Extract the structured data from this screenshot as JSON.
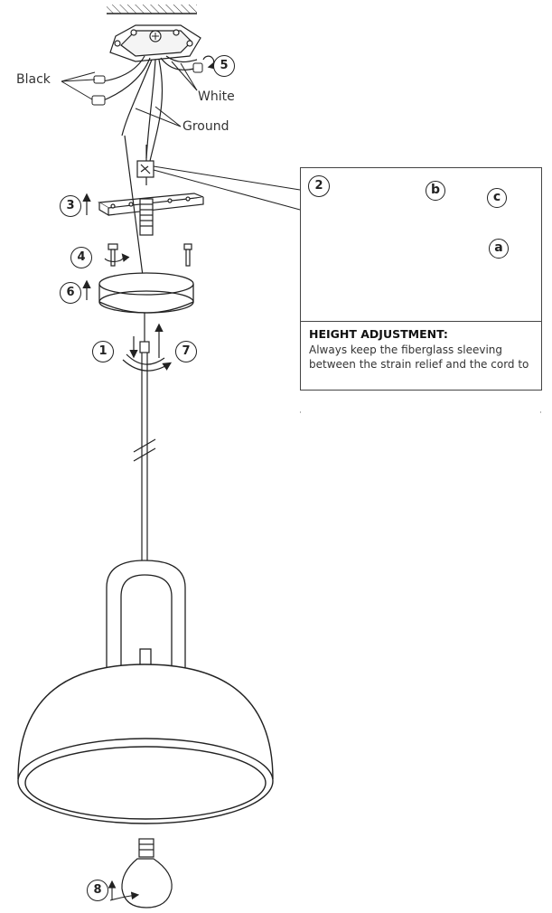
{
  "labels": {
    "black": "Black",
    "white": "White",
    "ground": "Ground"
  },
  "steps": {
    "s1": "1",
    "s2": "2",
    "s3": "3",
    "s4": "4",
    "s5": "5",
    "s6": "6",
    "s7": "7",
    "s8": "8"
  },
  "sub_steps": {
    "a": "a",
    "b": "b",
    "c": "c"
  },
  "note": {
    "title": "HEIGHT ADJUSTMENT:",
    "line1": "Always keep the fiberglass sleeving",
    "line2": "between the strain relief and the cord to"
  }
}
